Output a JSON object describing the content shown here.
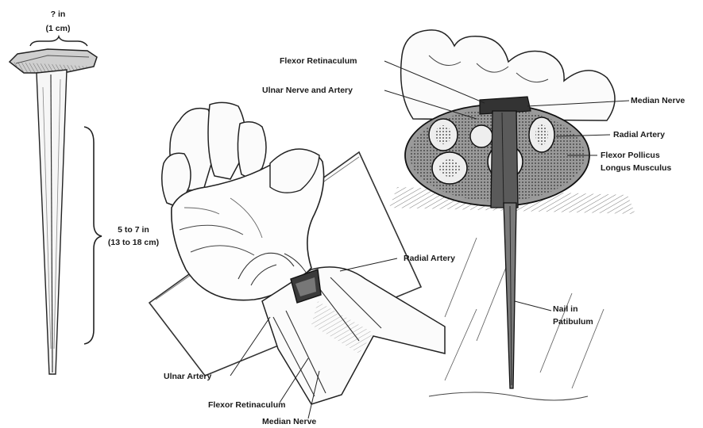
{
  "nail": {
    "head_size_line1": "? in",
    "head_size_line2": "(1 cm)",
    "length_line1": "5 to 7 in",
    "length_line2": "(13 to 18 cm)"
  },
  "hand_labels": {
    "radial_artery": "Radial Artery",
    "ulnar_artery": "Ulnar Artery",
    "flexor_retinaculum": "Flexor Retinaculum",
    "median_nerve": "Median Nerve"
  },
  "section_labels": {
    "flexor_retinaculum": "Flexor Retinaculum",
    "ulnar_nerve_artery": "Ulnar Nerve and Artery",
    "median_nerve": "Median Nerve",
    "radial_artery": "Radial Artery",
    "flexor_pollicus_line1": "Flexor Pollicus",
    "flexor_pollicus_line2": "Longus Musculus",
    "nail_line1": "Nail in",
    "nail_line2": "Patibulum"
  }
}
